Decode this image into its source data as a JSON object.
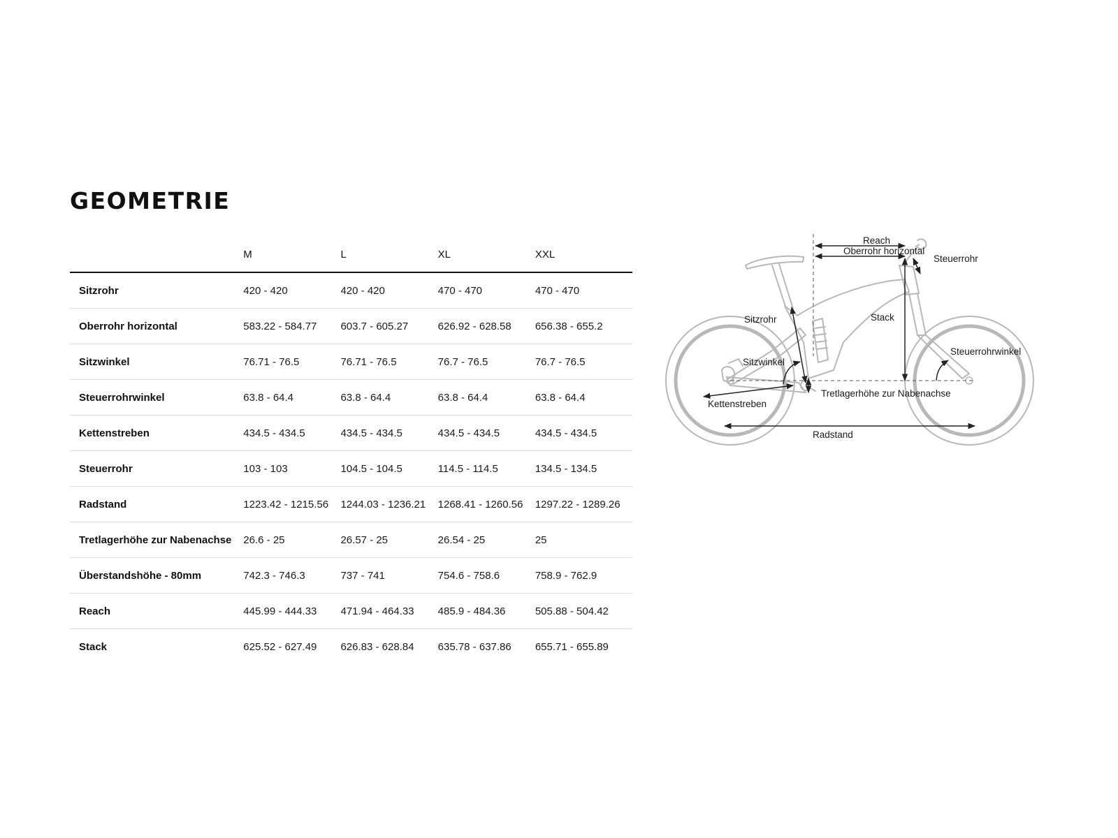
{
  "page": {
    "title": "GEOMETRIE"
  },
  "table": {
    "sizes": [
      "M",
      "L",
      "XL",
      "XXL"
    ],
    "rows": [
      {
        "label": "Sitzrohr",
        "values": [
          "420 - 420",
          "420 - 420",
          "470 - 470",
          "470 - 470"
        ]
      },
      {
        "label": "Oberrohr horizontal",
        "values": [
          "583.22 - 584.77",
          "603.7 - 605.27",
          "626.92 - 628.58",
          "656.38 - 655.2"
        ]
      },
      {
        "label": "Sitzwinkel",
        "values": [
          "76.71 - 76.5",
          "76.71 - 76.5",
          "76.7 - 76.5",
          "76.7 - 76.5"
        ]
      },
      {
        "label": "Steuerrohrwinkel",
        "values": [
          "63.8 - 64.4",
          "63.8 - 64.4",
          "63.8 - 64.4",
          "63.8 - 64.4"
        ]
      },
      {
        "label": "Kettenstreben",
        "values": [
          "434.5 - 434.5",
          "434.5 - 434.5",
          "434.5 - 434.5",
          "434.5 - 434.5"
        ]
      },
      {
        "label": "Steuerrohr",
        "values": [
          "103 - 103",
          "104.5 - 104.5",
          "114.5 - 114.5",
          "134.5 - 134.5"
        ]
      },
      {
        "label": "Radstand",
        "values": [
          "1223.42 - 1215.56",
          "1244.03 - 1236.21",
          "1268.41 - 1260.56",
          "1297.22 - 1289.26"
        ]
      },
      {
        "label": "Tretlagerhöhe zur Nabenachse",
        "values": [
          "26.6 - 25",
          "26.57 - 25",
          "26.54 - 25",
          "25"
        ]
      },
      {
        "label": "Überstandshöhe - 80mm",
        "values": [
          "742.3 - 746.3",
          "737 - 741",
          "754.6 - 758.6",
          "758.9 - 762.9"
        ]
      },
      {
        "label": "Reach",
        "values": [
          "445.99 - 444.33",
          "471.94 - 464.33",
          "485.9 - 484.36",
          "505.88 - 504.42"
        ]
      },
      {
        "label": "Stack",
        "values": [
          "625.52 - 627.49",
          "626.83 - 628.84",
          "635.78 - 637.86",
          "655.71 - 655.89"
        ]
      }
    ]
  },
  "diagram": {
    "labels": {
      "reach": "Reach",
      "oberrohr": "Oberrohr horizontal",
      "steuerrohr": "Steuerrohr",
      "sitzrohr": "Sitzrohr",
      "stack": "Stack",
      "sitzwinkel": "Sitzwinkel",
      "steuerrohrwinkel": "Steuerrohrwinkel",
      "tretlager": "Tretlagerhöhe zur Nabenachse",
      "kettenstreben": "Kettenstreben",
      "radstand": "Radstand"
    },
    "colors": {
      "frame": "#b8b8b8",
      "measure": "#222222"
    }
  }
}
